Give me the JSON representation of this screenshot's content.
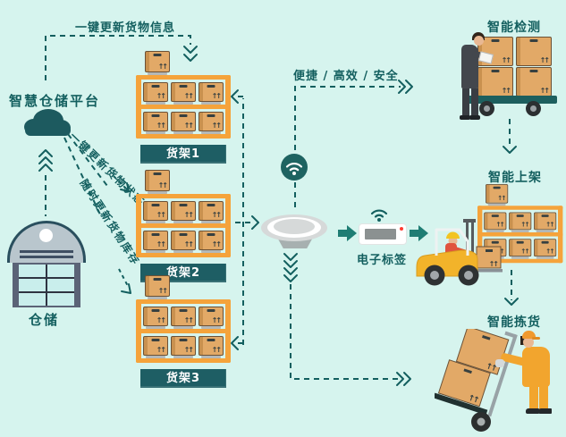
{
  "palette": {
    "background": "#d6f4ee",
    "ink_teal": "#135f5f",
    "node_teal": "#1e5e64",
    "shelf_orange": "#f5a33b",
    "box_tan": "#e2a967",
    "solid_arrow": "#1f7d74",
    "forklift_yellow": "#f2b32a",
    "worker_orange": "#f2a52e",
    "led_red": "#ff3b30"
  },
  "flows": {
    "update_info": "一键更新货物信息",
    "update_status": "一键更新货物状态",
    "update_stock": "随时更新货物库存",
    "benefits": "便捷 / 高效 / 安全"
  },
  "platform": {
    "label": "智慧仓储平台"
  },
  "warehouse": {
    "label": "仓储"
  },
  "shelves": [
    {
      "label": "货架1"
    },
    {
      "label": "货架2"
    },
    {
      "label": "货架3"
    }
  ],
  "reader": {
    "wifi_icon": "wifi",
    "disc_icon": "rfid-reader"
  },
  "etag": {
    "label": "电子标签"
  },
  "stations": [
    {
      "label": "智能检测"
    },
    {
      "label": "智能上架"
    },
    {
      "label": "智能拣货"
    }
  ],
  "icons": {
    "box_mark": "↑↑"
  }
}
